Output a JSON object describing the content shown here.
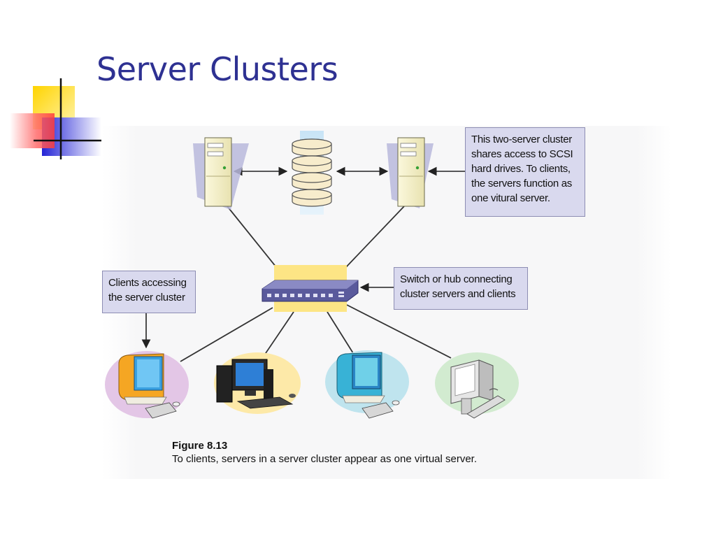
{
  "slide": {
    "title": "Server Clusters"
  },
  "figure": {
    "callouts": {
      "cluster": [
        "This two-server cluster",
        "shares access to SCSI",
        "hard drives. To clients,",
        "the servers function as",
        "one vitural server."
      ],
      "switch": [
        "Switch or hub connecting",
        "cluster servers and clients"
      ],
      "clients": [
        "Clients accessing",
        "the server cluster"
      ]
    },
    "caption": {
      "number": "Figure 8.13",
      "text": "To clients, servers in a server cluster appear as one virtual server."
    },
    "components": [
      "server-left",
      "shared-scsi-drives",
      "server-right",
      "network-switch",
      "client-imac-orange",
      "client-desktop-pc",
      "client-imac-blue",
      "client-workstation"
    ],
    "colors": {
      "title": "#2e3192",
      "callout_fill": "#d9d9ee",
      "switch_highlight": "#fde585",
      "switch_body": "#5c5c9e"
    }
  }
}
